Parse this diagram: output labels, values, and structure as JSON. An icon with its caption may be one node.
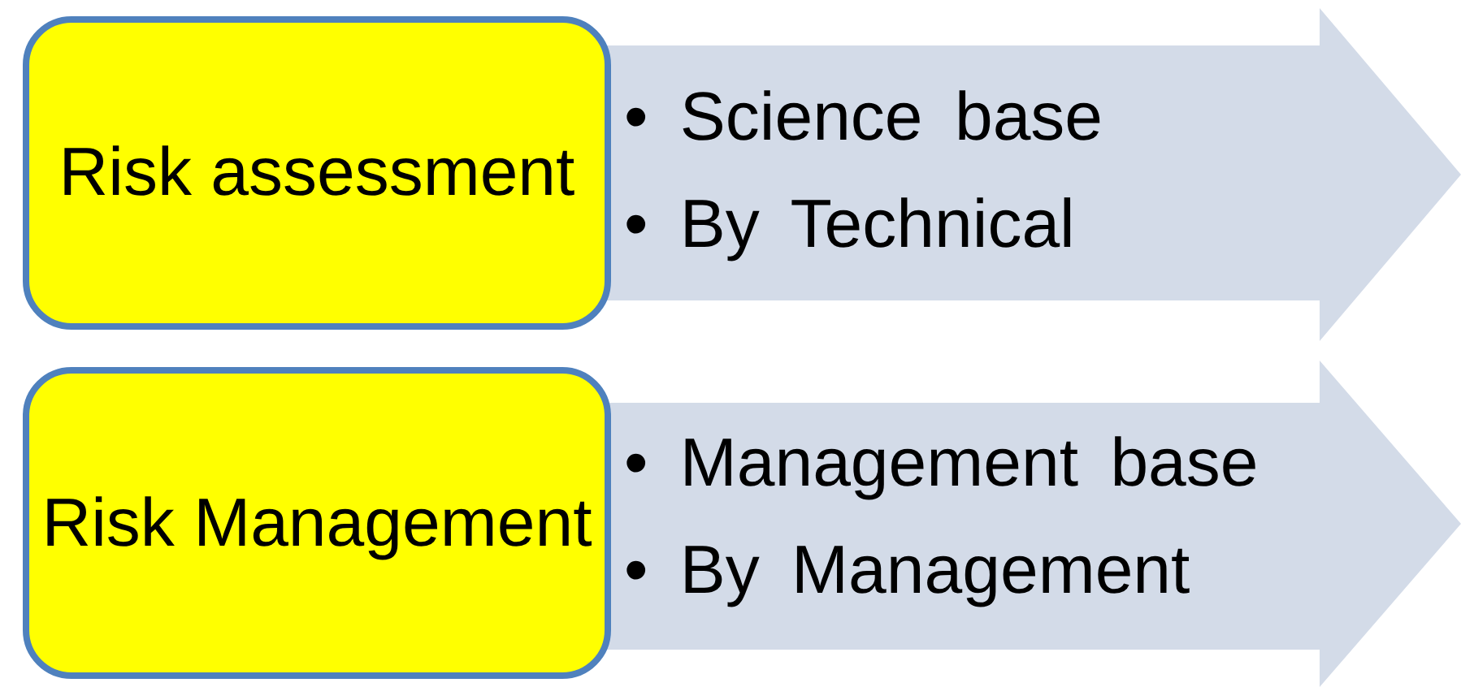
{
  "diagram": {
    "nodes": [
      {
        "text": [
          "Risk assessment"
        ]
      },
      {
        "text": [
          "• Science base",
          "• By Technical"
        ]
      },
      {
        "text": [
          "Risk Management"
        ]
      },
      {
        "text": [
          "• Management base",
          "• By Management"
        ]
      }
    ]
  }
}
